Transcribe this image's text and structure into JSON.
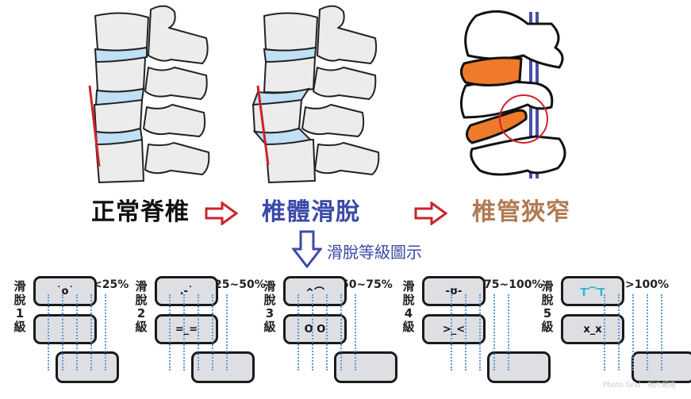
{
  "stages": {
    "normal": {
      "label": "正常脊椎",
      "color": "#111111"
    },
    "slip": {
      "label": "椎體滑脫",
      "color": "#3b4aa8"
    },
    "stenosis": {
      "label": "椎管狹窄",
      "color": "#b07a52"
    }
  },
  "colors": {
    "arrow_red": "#c8242b",
    "arrow_blue": "#3b4aa8",
    "disc_blue": "#bfe0f5",
    "disc_orange": "#ee7a2a",
    "bone_gray": "#ececec",
    "alignment_line": "#d0212a",
    "highlight_circle": "#d0212a",
    "nerve": "#4a4fa8",
    "grade_dots": "#5b9bd5"
  },
  "grade_section": {
    "title": "滑脫等級圖示",
    "grades": [
      {
        "label": "滑脫1級",
        "chars": [
          "滑",
          "脫",
          "1",
          "級"
        ],
        "percent": "<25%",
        "slip_fraction": 0.25,
        "face_top": "˙o˙",
        "face_bottom": ""
      },
      {
        "label": "滑脫2級",
        "chars": [
          "滑",
          "脫",
          "2",
          "級"
        ],
        "percent": "25~50%",
        "slip_fraction": 0.5,
        "face_top": ".-˙",
        "face_bottom": "=_="
      },
      {
        "label": "滑脫3級",
        "chars": [
          "滑",
          "脫",
          "3",
          "級"
        ],
        "percent": "50~75%",
        "slip_fraction": 0.75,
        "face_top": "^⌒",
        "face_bottom": "O O"
      },
      {
        "label": "滑脫4級",
        "chars": [
          "滑",
          "脫",
          "4",
          "級"
        ],
        "percent": "75~100%",
        "slip_fraction": 1.0,
        "face_top": "-ʊ-",
        "face_bottom": ">_<"
      },
      {
        "label": "滑脫5級",
        "chars": [
          "滑",
          "脫",
          "5",
          "級"
        ],
        "percent": ">100%",
        "slip_fraction": 1.1,
        "face_top": "T⌒T",
        "face_bottom": "x_x"
      }
    ]
  },
  "watermark": "Photo Grid · 相片網格"
}
